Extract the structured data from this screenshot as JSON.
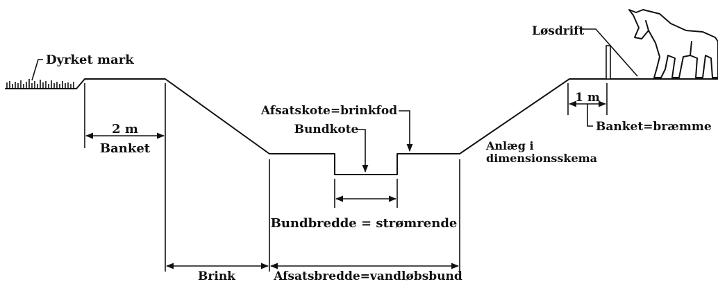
{
  "diagram": {
    "labels": {
      "dyrket_mark": "Dyrket mark",
      "two_m": "2 m",
      "banket": "Banket",
      "afsatskote": "Afsatskote=brinkfod",
      "bundkote": "Bundkote",
      "bundbredde": "Bundbredde = strømrende",
      "brink": "Brink",
      "afsatsbredde": "Afsatsbredde=vandløbsbund",
      "anlaeg_1": "Anlæg i",
      "anlaeg_2": "dimensionsskema",
      "losdrift": "Løsdrift",
      "one_m": "1 m",
      "banket_braemme": "Banket=bræmme"
    },
    "icons": [
      "grass-icon",
      "fence-post-icon",
      "horse-icon",
      "arrowhead-icon"
    ],
    "colors": {
      "ink": "#111111",
      "background": "#ffffff"
    }
  }
}
